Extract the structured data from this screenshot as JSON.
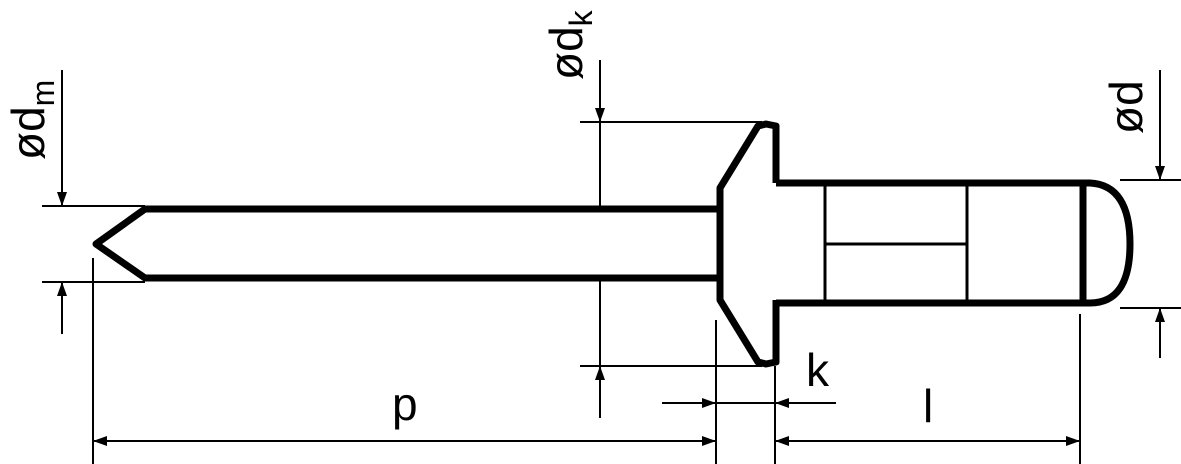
{
  "diagram": {
    "labels": {
      "dm": {
        "symbol": "ød",
        "subscript": "m"
      },
      "dk": {
        "symbol": "ød",
        "subscript": "k"
      },
      "d": {
        "symbol": "ød"
      },
      "p": "p",
      "k": "k",
      "l": "l"
    },
    "colors": {
      "line": "#000000",
      "background": "#ffffff"
    }
  }
}
